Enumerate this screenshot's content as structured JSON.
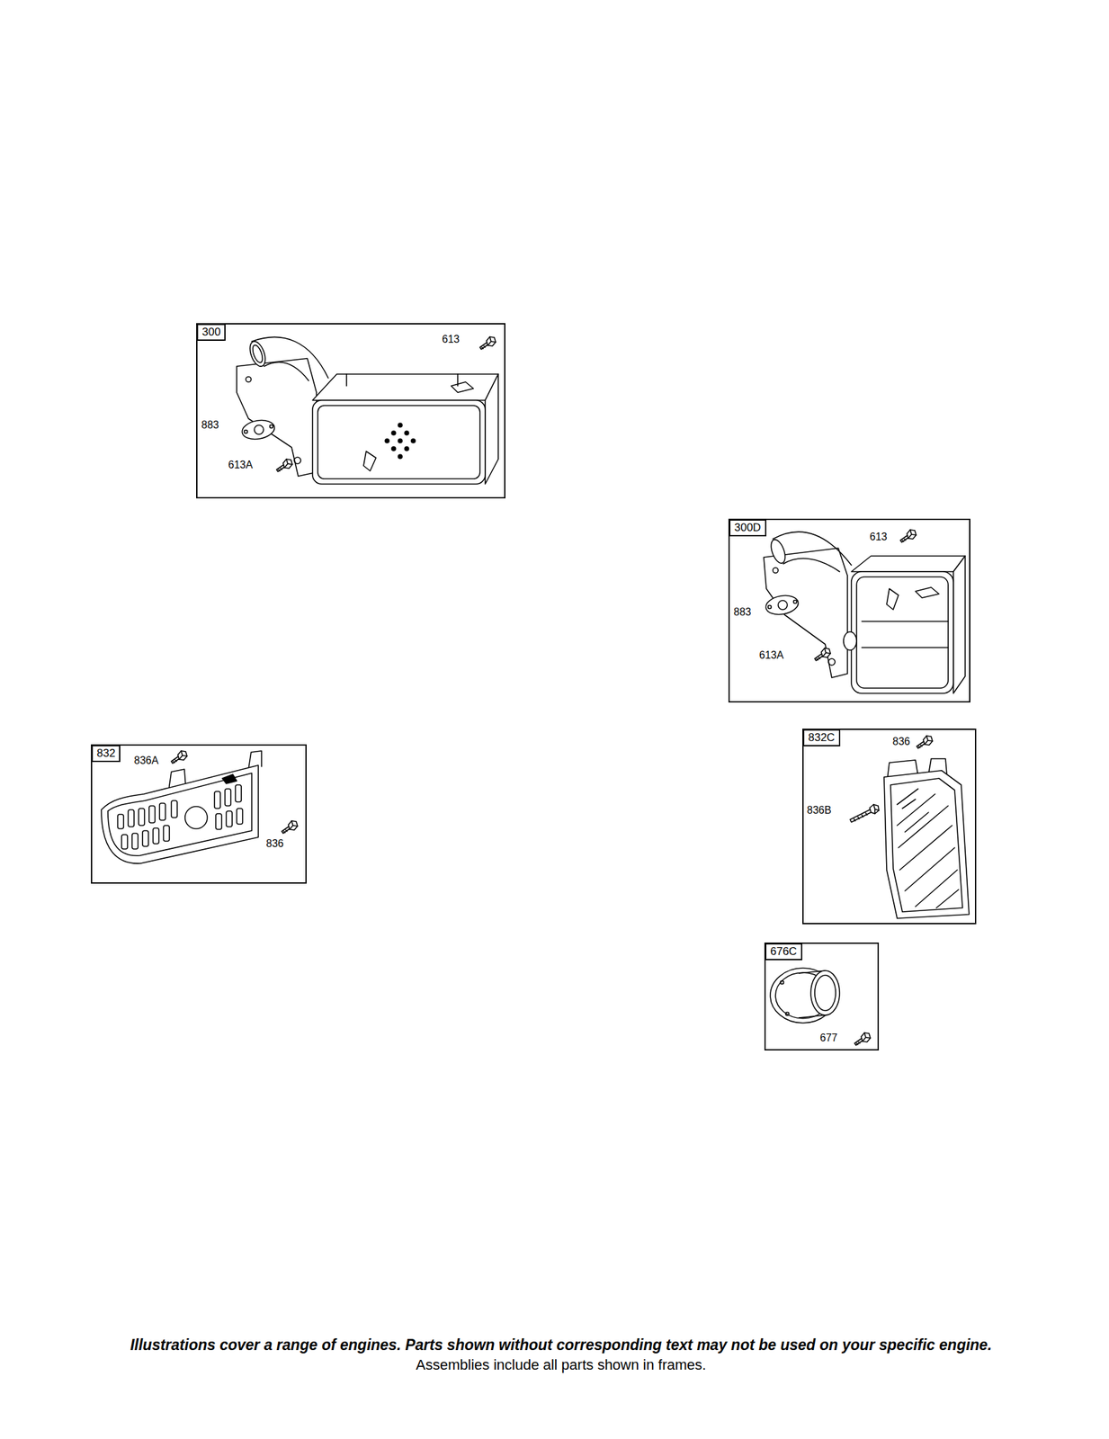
{
  "diagram": {
    "nodes": [
      {
        "text": [
          "300"
        ]
      },
      {
        "text": [
          "300D"
        ]
      },
      {
        "text": [
          "832"
        ]
      },
      {
        "text": [
          "832C"
        ]
      },
      {
        "text": [
          "676C"
        ]
      }
    ],
    "labels": [
      "613",
      "883",
      "613A",
      "613",
      "883",
      "613A",
      "836A",
      "836",
      "836",
      "836B",
      "677",
      "Illustrations cover a range of engines. Parts shown without corresponding text may not be used on your specific engine.",
      "Assemblies include all parts shown in frames."
    ]
  }
}
